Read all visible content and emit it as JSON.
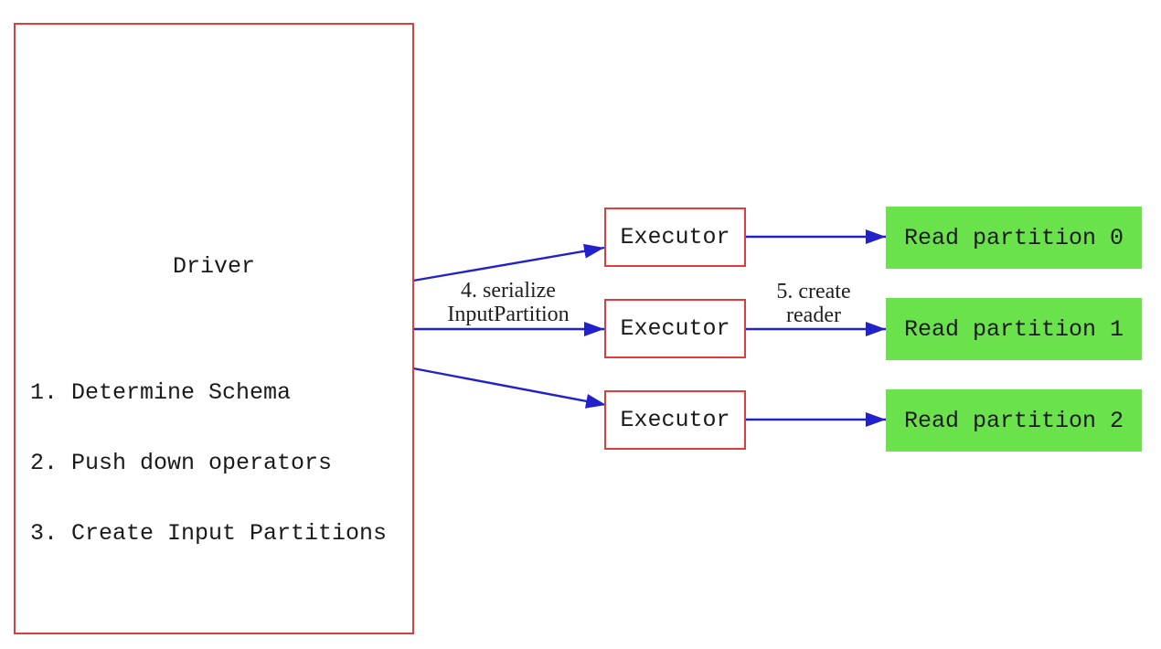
{
  "driver": {
    "title": "Driver",
    "steps": [
      "1. Determine Schema",
      "2. Push down operators",
      "3. Create Input Partitions"
    ]
  },
  "executors": [
    {
      "label": "Executor"
    },
    {
      "label": "Executor"
    },
    {
      "label": "Executor"
    }
  ],
  "partitions": [
    {
      "label": "Read partition 0"
    },
    {
      "label": "Read partition 1"
    },
    {
      "label": "Read partition 2"
    }
  ],
  "edge_labels": {
    "serialize": {
      "line1": "4. serialize",
      "line2": "InputPartition"
    },
    "create_reader": {
      "line1": "5. create",
      "line2": "reader"
    }
  },
  "colors": {
    "box_border_red": "#e03c3c",
    "arrow_blue": "#2222cc",
    "partition_green": "#69e24b",
    "text": "#1a1a1a",
    "background": "#ffffff"
  }
}
